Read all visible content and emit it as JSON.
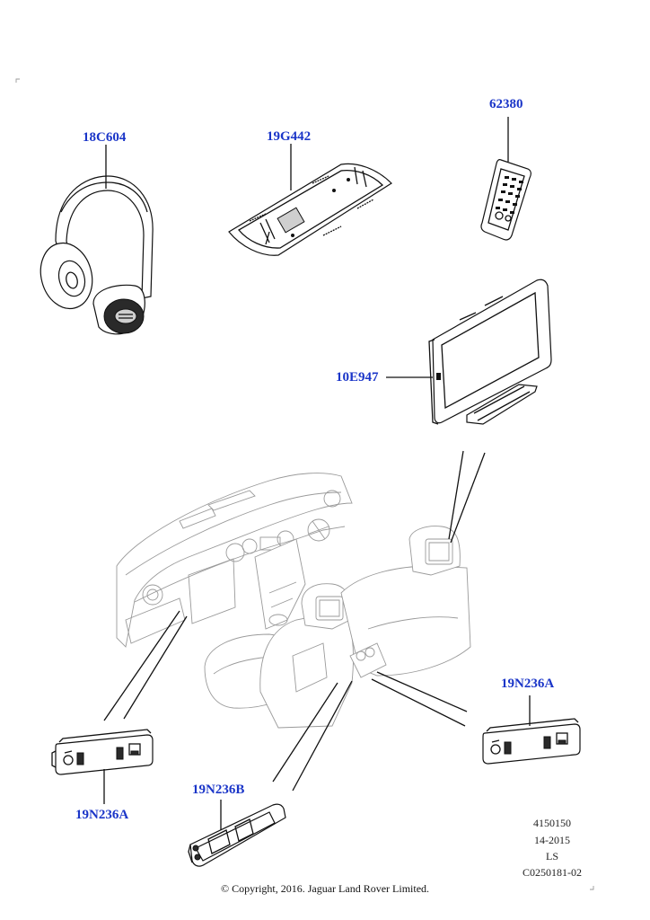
{
  "parts": [
    {
      "id": "headphones",
      "label": "18C604"
    },
    {
      "id": "tray",
      "label": "19G442"
    },
    {
      "id": "remote",
      "label": "62380"
    },
    {
      "id": "screen",
      "label": "10E947"
    },
    {
      "id": "connector_right",
      "label": "19N236A"
    },
    {
      "id": "connector_left",
      "label": "19N236A"
    },
    {
      "id": "connector_center",
      "label": "19N236B"
    }
  ],
  "meta": {
    "illustration_number": "4150150",
    "date": "14-2015",
    "code": "LS",
    "reference": "C0250181-02"
  },
  "copyright": "© Copyright, 2016. Jaguar Land Rover Limited."
}
